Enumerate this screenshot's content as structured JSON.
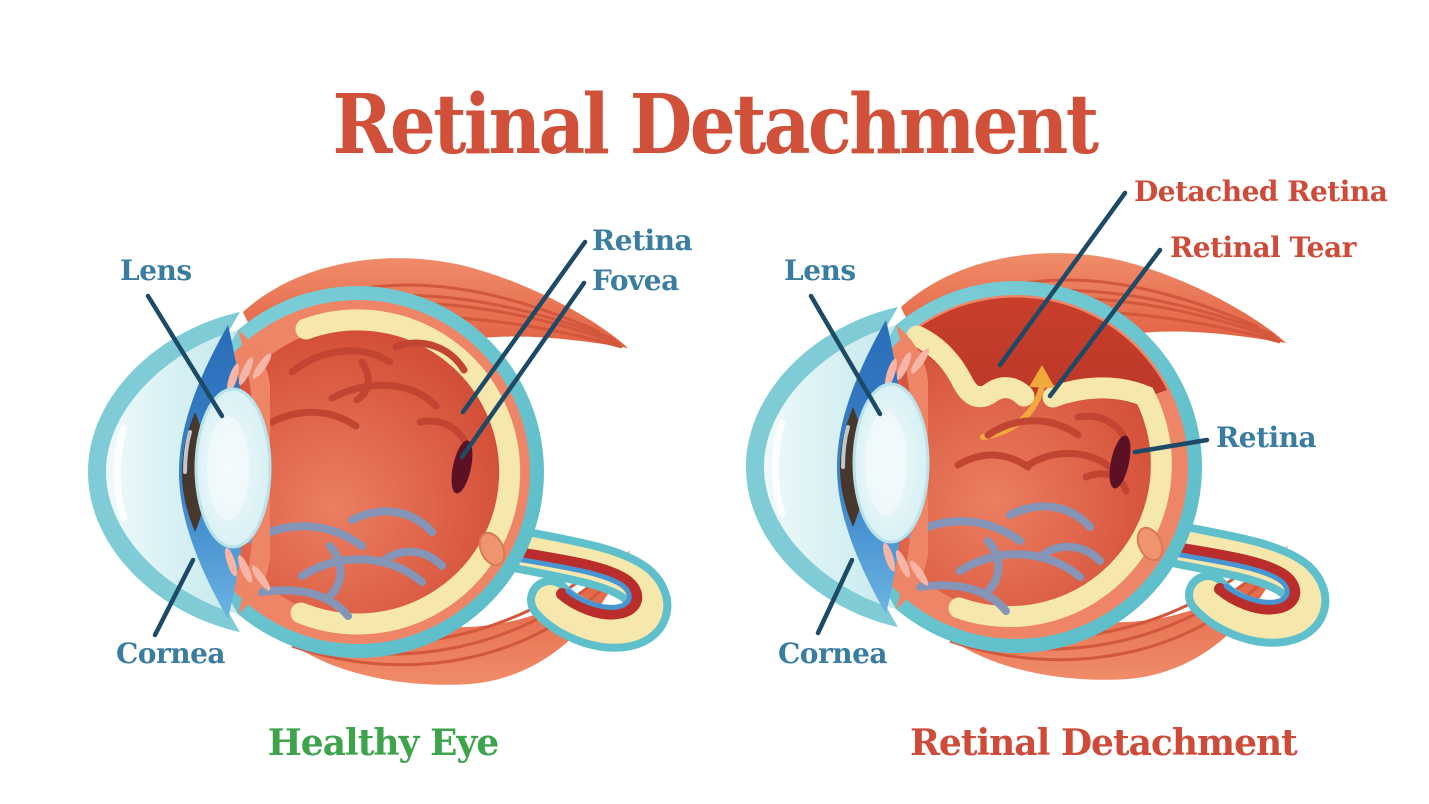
{
  "title": "Retinal Detachment",
  "left_eye": {
    "caption": "Healthy Eye",
    "labels": {
      "lens": "Lens",
      "retina": "Retina",
      "fovea": "Fovea",
      "cornea": "Cornea"
    }
  },
  "right_eye": {
    "caption": "Retinal Detachment",
    "labels": {
      "detached_retina": "Detached Retina",
      "retinal_tear": "Retinal Tear",
      "lens": "Lens",
      "retina": "Retina",
      "cornea": "Cornea"
    }
  },
  "colors": {
    "title_red": "#d1503a",
    "label_blue": "#3a7da1",
    "label_red": "#cd4b38",
    "caption_green": "#3ea44b",
    "leader_line_navy": "#1d4a66",
    "sclera_teal": "#5fc0cb",
    "cornea_mint": "#dff3f6",
    "muscle_salmon": "#e8765a",
    "choroid_salmon": "#ee8566",
    "retina_cream": "#f6e8ac",
    "vitreous_red": "#d6543c",
    "subretinal_dark_red": "#c33b2b",
    "vessel_red": "#c24533",
    "vessel_slate_blue": "#8495b8",
    "fovea_maroon": "#5c1024",
    "iris_blue": "#2a6cb8",
    "pupil_brown": "#48372d",
    "nerve_artery_red": "#b92d2c",
    "nerve_vein_blue": "#4796d2",
    "tear_arrow_yellow": "#f2a93c"
  }
}
